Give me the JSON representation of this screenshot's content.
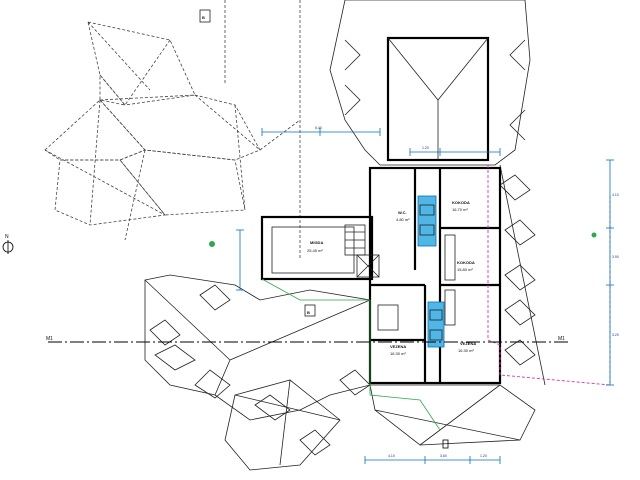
{
  "rooms": {
    "living": "MIGDA",
    "living_area": "25.45 m²",
    "bed1": "KOKODA",
    "bed1_area": "16.70 m²",
    "bed2": "KOKODA",
    "bed2_area": "15.80 m²",
    "hall": "VEZENA",
    "hall_area": "16.30 m²",
    "bath": "W.C.",
    "bath_area": "4.80 m²"
  },
  "labels": {
    "section_left": "M1",
    "section_right": "M1",
    "block_mark": "B",
    "grid_mark": "N",
    "north_mark": "N"
  },
  "dimensions": {
    "top_main": "6.40",
    "top_small": "1.20",
    "right_top": "4.10",
    "right_mid": "3.90",
    "right_bot": "3.20",
    "bottom_left": "4.10",
    "bottom_mid": "3.60",
    "bottom_right": "1.20"
  },
  "colors": {
    "dimension": "#0a72b8",
    "cyan_fill": "#4fb6e6",
    "magenta_dash": "#d23aa8",
    "green_marker": "#2fa84a"
  }
}
